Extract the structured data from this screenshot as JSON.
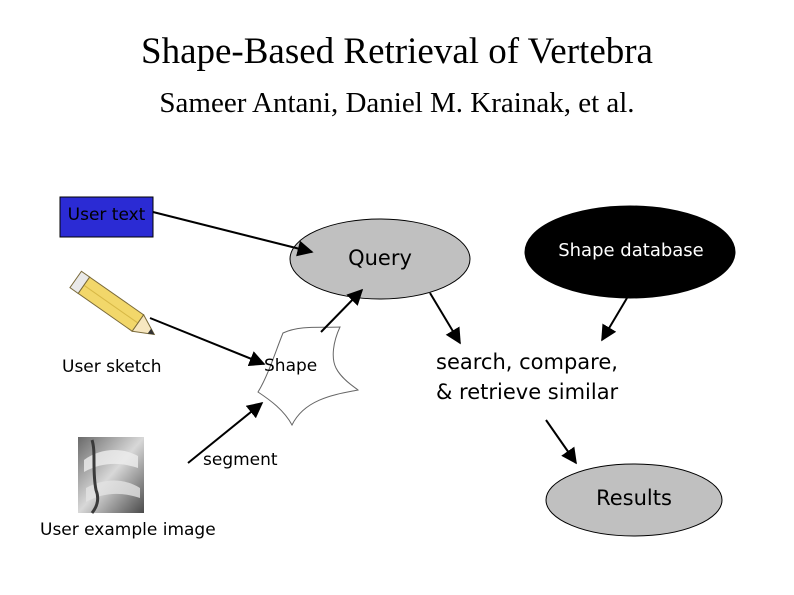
{
  "slide": {
    "title": "Shape-Based Retrieval of Vertebra",
    "subtitle": "Sameer Antani, Daniel M. Krainak, et al."
  },
  "nodes": {
    "user_text": "User text",
    "query": "Query",
    "shape_database": "Shape database",
    "user_sketch": "User sketch",
    "shape": "Shape",
    "search_line1": "search, compare,",
    "search_line2": "& retrieve similar",
    "segment": "segment",
    "results": "Results",
    "user_example_image": "User example image"
  },
  "colors": {
    "user_text_box": "#2b2bd4",
    "query_ellipse": "#c0c0c0",
    "shape_database_ellipse": "#000000",
    "results_ellipse": "#c0c0c0",
    "pencil_body": "#f2d76a"
  },
  "icons": [
    "pencil-icon",
    "xray-image",
    "shape-blob"
  ]
}
